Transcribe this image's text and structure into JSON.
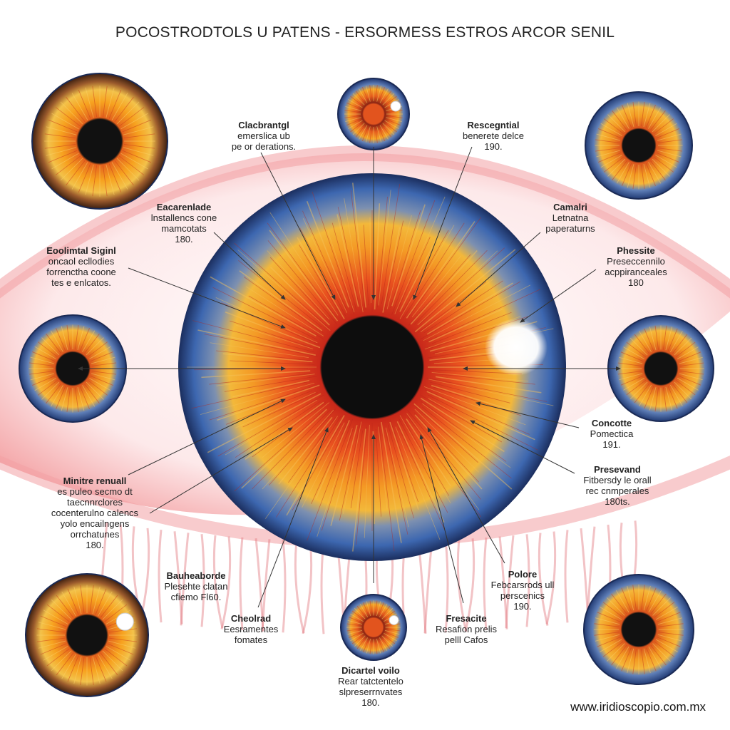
{
  "title": "POCOSTRODTOLS U PATENS - ERSORMESS ESTROS ARCOR SENIL",
  "website": "www.iridioscopio.com.mx",
  "colors": {
    "iris_orange": "#f28a1c",
    "iris_red": "#d9401a",
    "iris_blue": "#3f6fb5",
    "sclera_pink": "#f7b7b7",
    "pupil": "#111111"
  },
  "labels": [
    {
      "id": "top-center-left",
      "lines": [
        "Clacbrantgl",
        "emerslica ub",
        "pe or derations."
      ]
    },
    {
      "id": "top-center-right",
      "lines": [
        "Rescegntial",
        "benerete delce",
        "190."
      ]
    },
    {
      "id": "upper-left",
      "lines": [
        "Eacarenlade",
        "lnstallencs cone",
        "mamcotats",
        "180."
      ]
    },
    {
      "id": "upper-right",
      "lines": [
        "Camalri",
        "Letnatna",
        "paperaturns"
      ]
    },
    {
      "id": "mid-left",
      "lines": [
        "Eoolimtal Siginl",
        "oncaol ecllodies",
        "forrenctha coone",
        "tes e enlcatos."
      ]
    },
    {
      "id": "mid-right",
      "lines": [
        "Phessite",
        "Preseccennilo",
        "acppiranceales",
        "180"
      ]
    },
    {
      "id": "lower-right-1",
      "lines": [
        "Concotte",
        "Pomectica",
        "191."
      ]
    },
    {
      "id": "lower-right-2",
      "lines": [
        "Presevand",
        "Fitbersdy le orall",
        "rec cnmperales",
        "180ts."
      ]
    },
    {
      "id": "lower-left-1",
      "lines": [
        "Minitre renuall",
        "es puleo secmo dt",
        "taecnnrclores",
        "cocenterulno calencs",
        "yolo encailngens",
        "orrchatunes",
        "180."
      ]
    },
    {
      "id": "bottom-left-2",
      "lines": [
        "Bauheaborde",
        "Plesehte clatan",
        "cfiemo Fl60."
      ]
    },
    {
      "id": "bottom-left-3",
      "lines": [
        "Cheolrad",
        "Eesramentes",
        "fomates"
      ]
    },
    {
      "id": "bottom-center",
      "lines": [
        "Dicartel voilo",
        "Rear tatctentelo",
        "slpreserrnvates",
        "180."
      ]
    },
    {
      "id": "bottom-right-1",
      "lines": [
        "Polore",
        "Febcarsrods ull",
        "perscenics",
        "190."
      ]
    },
    {
      "id": "bottom-right-2",
      "lines": [
        "Fresacite",
        "Resafion prelis",
        "pelll Cafos"
      ]
    }
  ],
  "small_irises": [
    {
      "id": "iris-top-left",
      "style": "warm-brown"
    },
    {
      "id": "iris-top-center",
      "style": "red-core"
    },
    {
      "id": "iris-top-right",
      "style": "blue-orange"
    },
    {
      "id": "iris-mid-left",
      "style": "blue-orange"
    },
    {
      "id": "iris-mid-right",
      "style": "blue-orange"
    },
    {
      "id": "iris-bottom-left",
      "style": "warm-brown"
    },
    {
      "id": "iris-bottom-center",
      "style": "red-core"
    },
    {
      "id": "iris-bottom-right",
      "style": "blue-orange"
    }
  ]
}
